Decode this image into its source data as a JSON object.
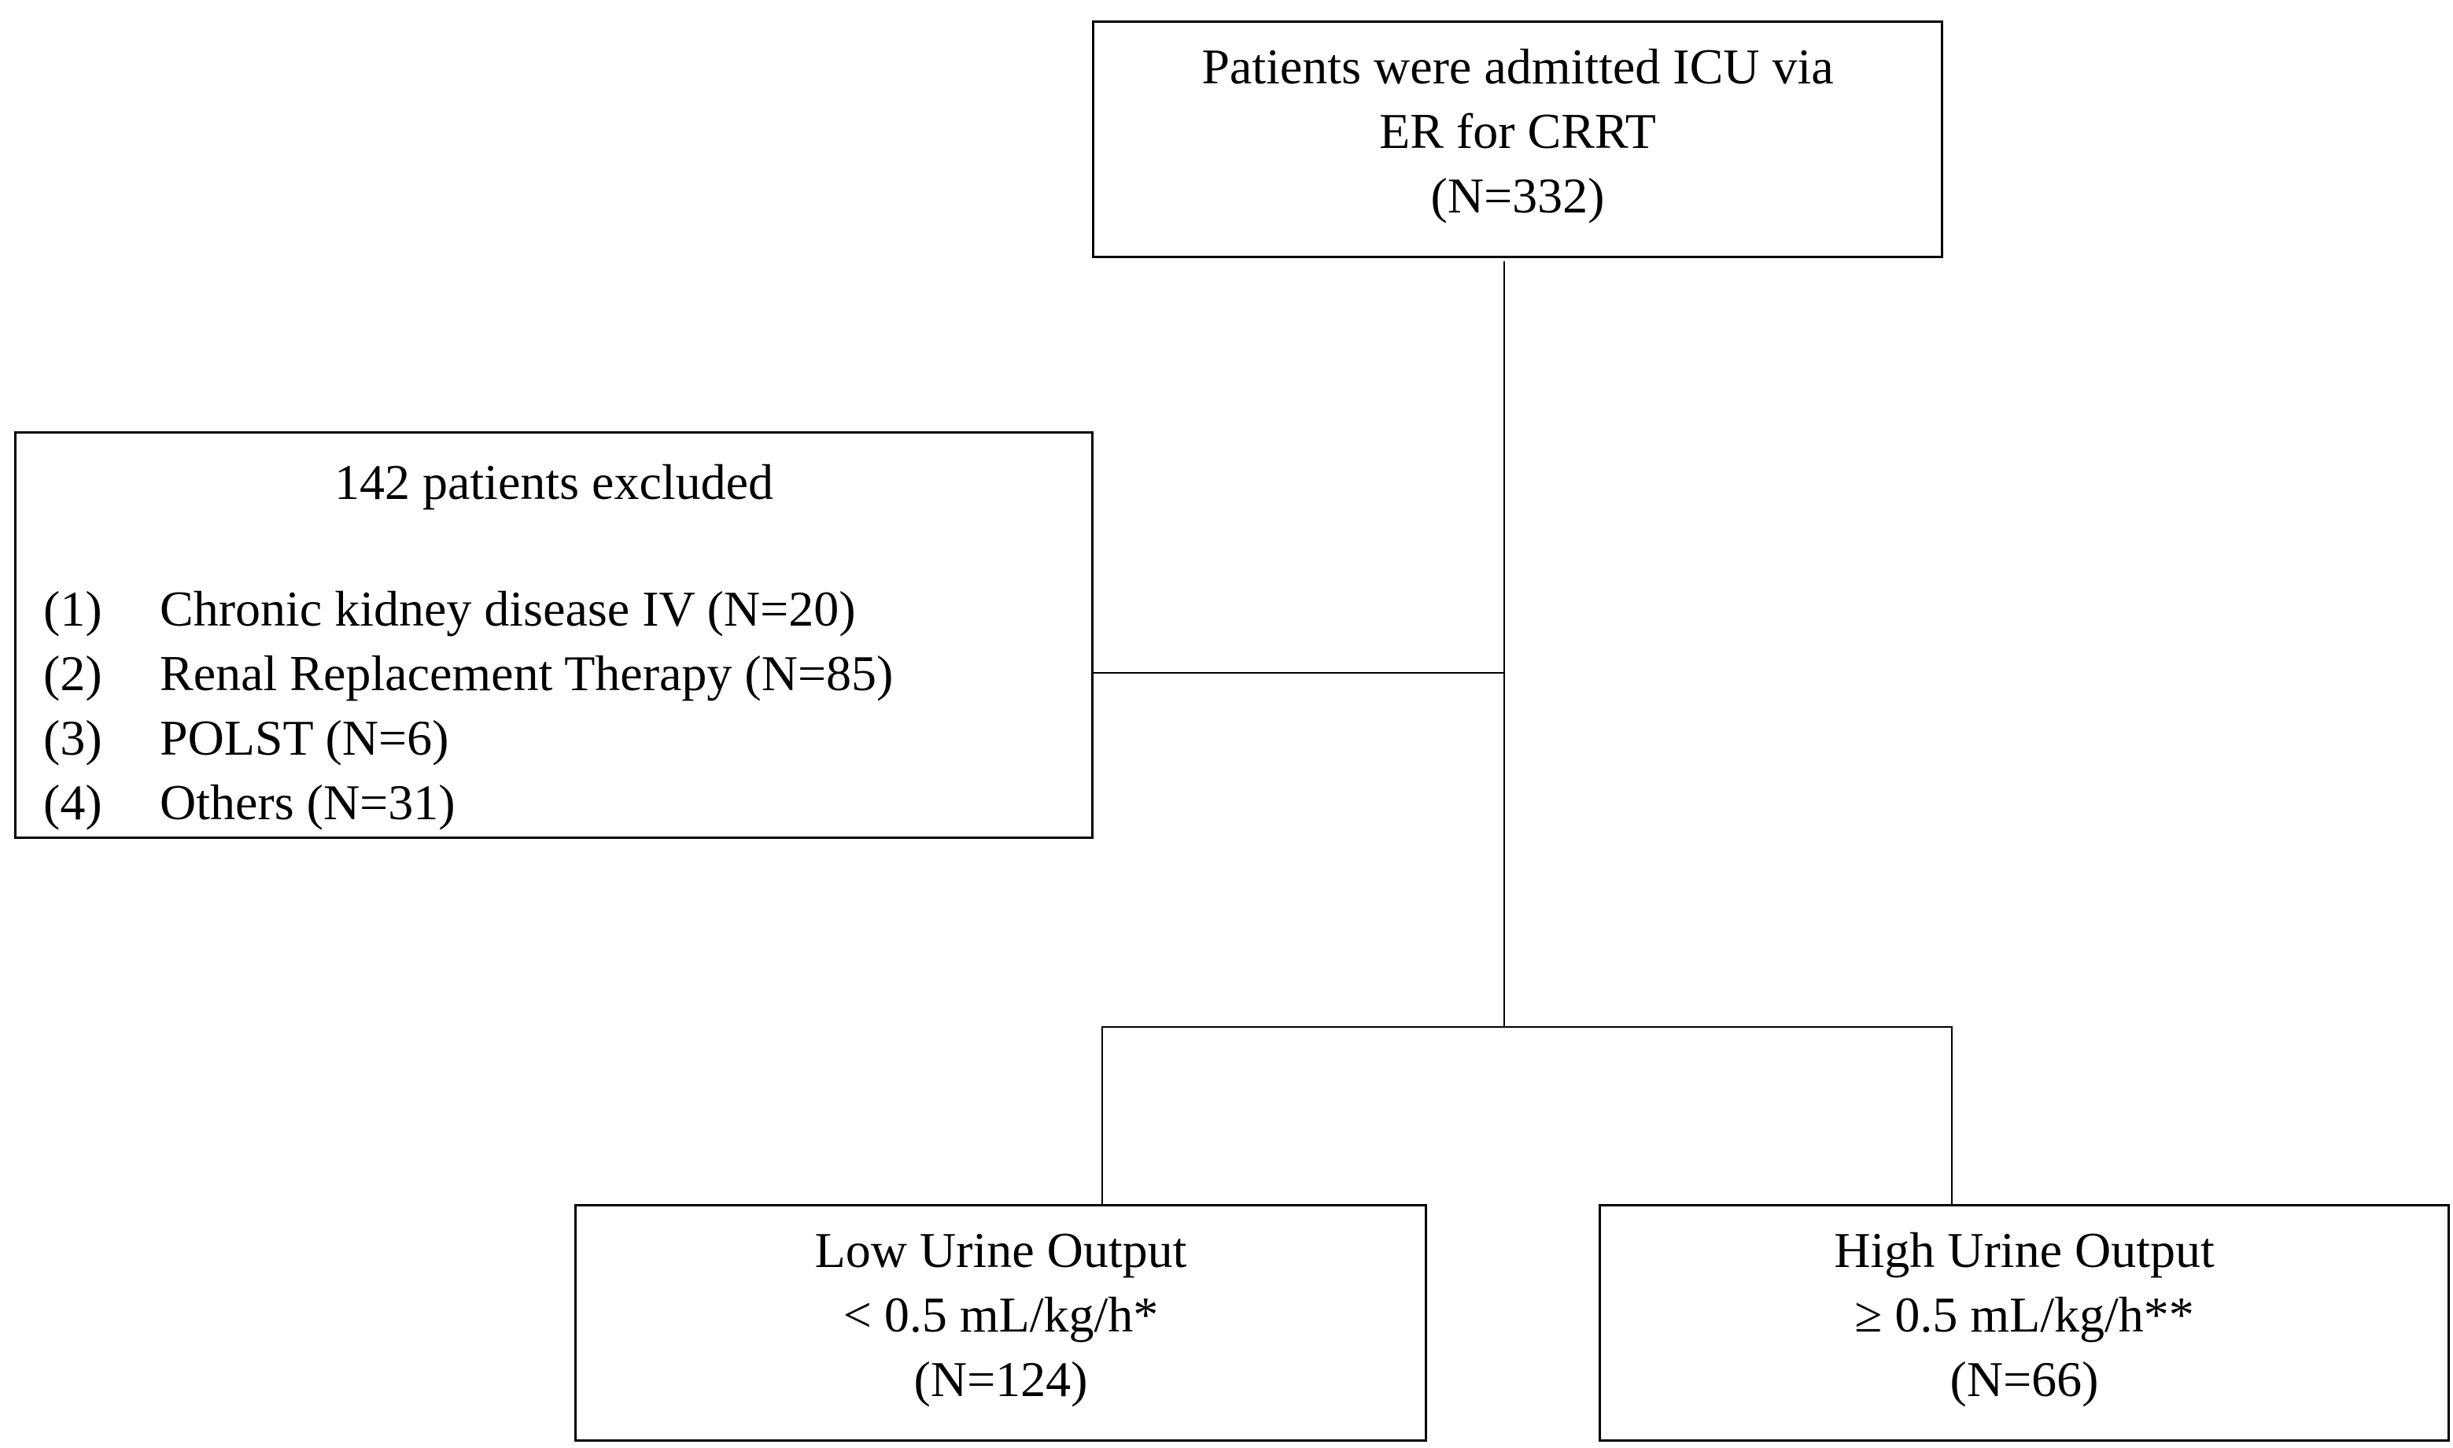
{
  "top_box": {
    "line1": "Patients were admitted ICU via",
    "line2": "ER for CRRT",
    "line3": "(N=332)"
  },
  "exclusion_box": {
    "title": "142 patients excluded",
    "items": [
      {
        "num": "(1)",
        "text": "Chronic kidney disease IV (N=20)"
      },
      {
        "num": "(2)",
        "text": "Renal Replacement Therapy (N=85)"
      },
      {
        "num": "(3)",
        "text": "POLST (N=6)"
      },
      {
        "num": "(4)",
        "text": "Others (N=31)"
      }
    ]
  },
  "low_box": {
    "line1": "Low Urine Output",
    "line2": "< 0.5 mL/kg/h*",
    "line3": "(N=124)"
  },
  "high_box": {
    "line1": "High Urine Output",
    "line2": "≥ 0.5 mL/kg/h**",
    "line3": "(N=66)"
  }
}
